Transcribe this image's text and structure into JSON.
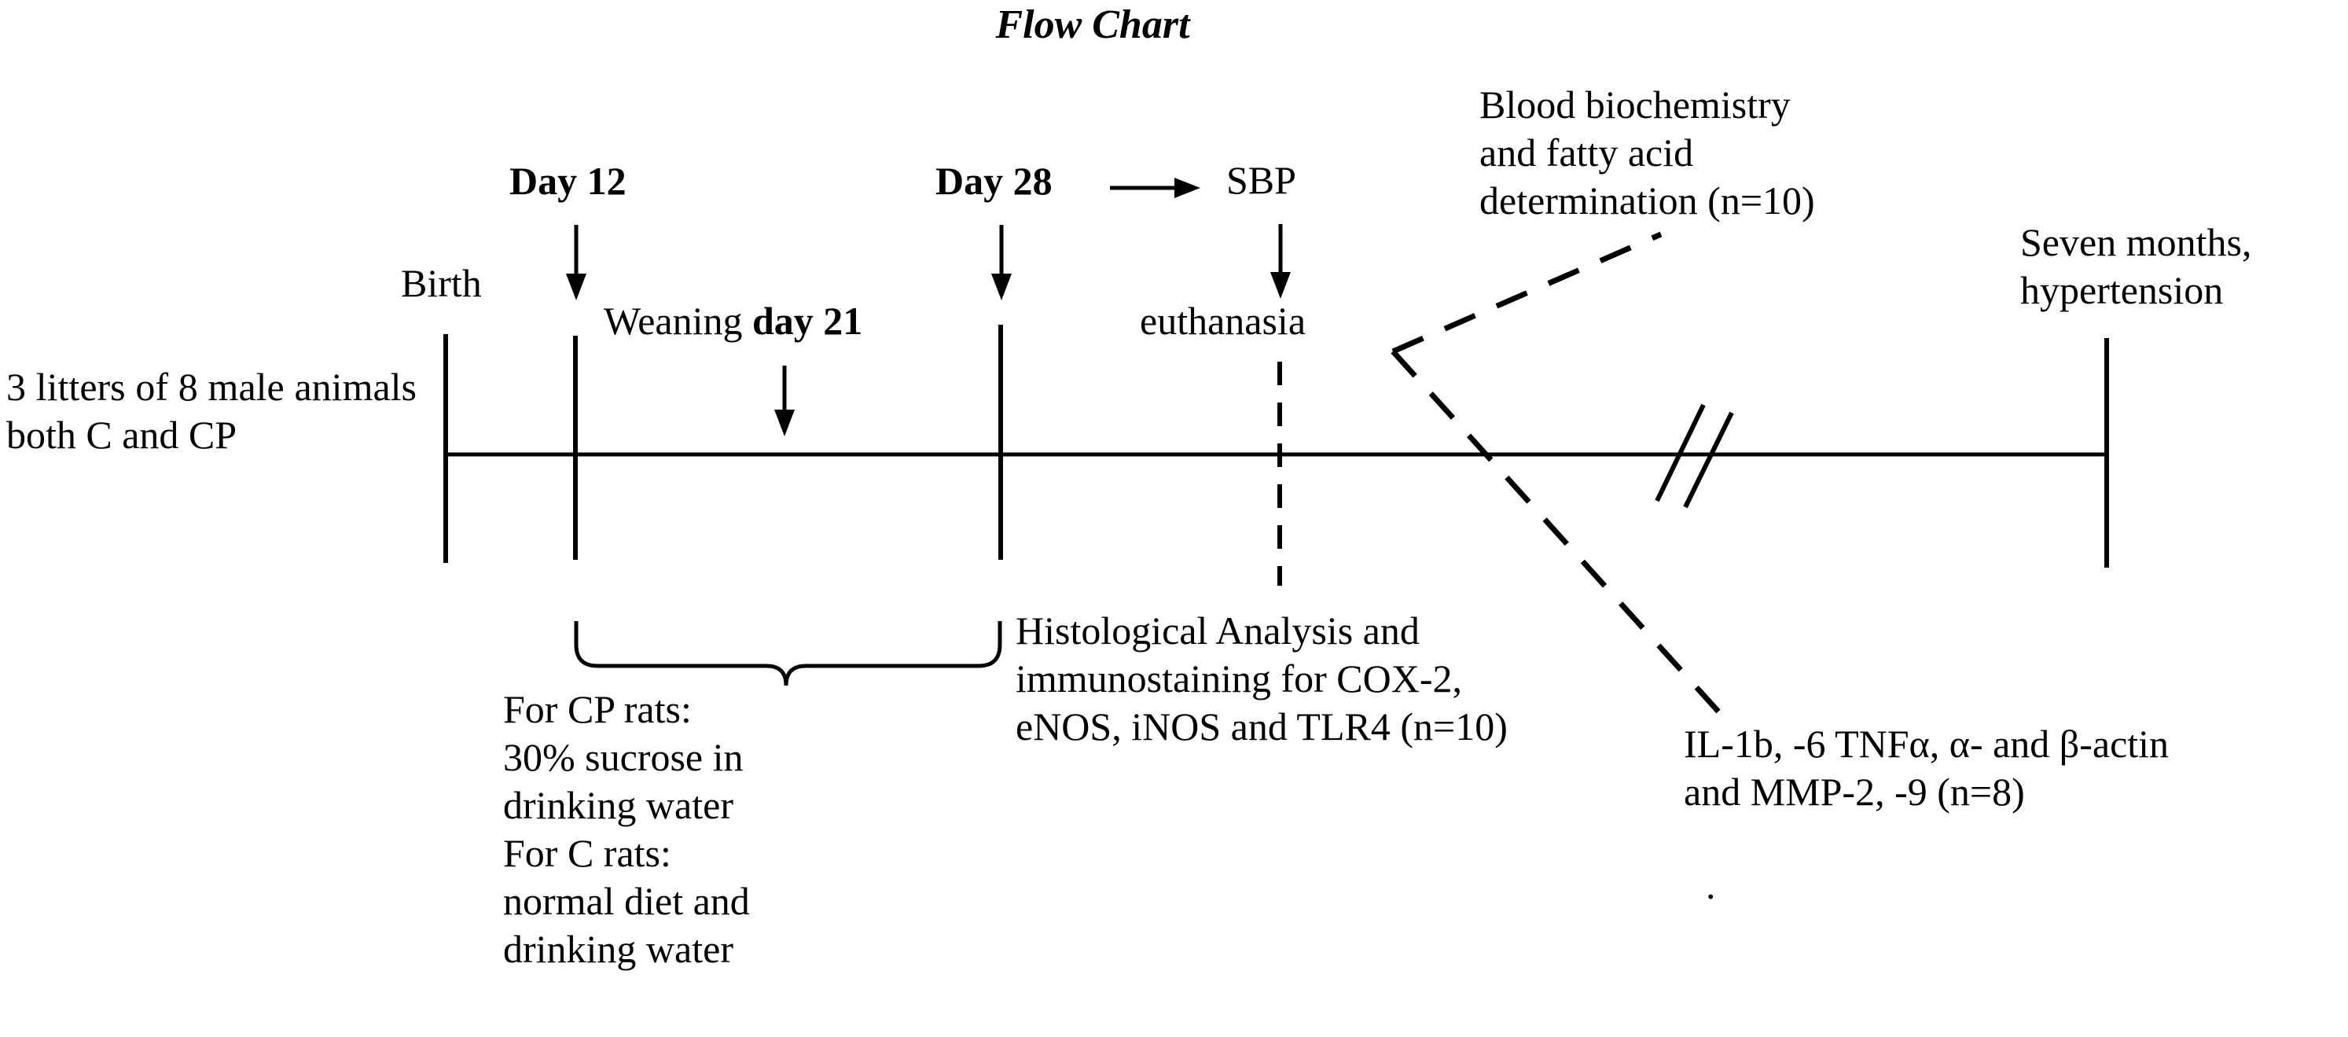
{
  "title": "Flow Chart",
  "timeline": {
    "labels": {
      "birth": "Birth",
      "day12": "Day 12",
      "weaning_plain": "Weaning ",
      "weaning_bold": "day 21",
      "day28": "Day 28",
      "sbp": "SBP",
      "euthanasia": "euthanasia"
    },
    "left_note": "3 litters of 8 male animals both C and CP",
    "right_note": "Seven months,\nhypertension"
  },
  "annotations": {
    "diet_note": "For CP rats:\n30% sucrose in\ndrinking water\nFor C rats:\nnormal diet and\ndrinking water",
    "histology": "Histological Analysis and\nimmunostaining for COX-2,\neNOS, iNOS and TLR4 (n=10)",
    "blood": "Blood biochemistry\nand fatty acid\ndetermination (n=10)",
    "molecular": "IL-1b, -6 TNFα, α- and β-actin\nand MMP-2, -9 (n=8)",
    "molecular_trailing_dot": "."
  },
  "colors": {
    "ink": "#000000",
    "background": "#ffffff"
  },
  "icons": {
    "arrow_down": "arrow-down-icon",
    "arrow_right": "arrow-right-icon",
    "axis_break": "axis-break-icon",
    "brace": "curly-brace-icon",
    "leader_dashed": "dashed-leader-icon"
  }
}
